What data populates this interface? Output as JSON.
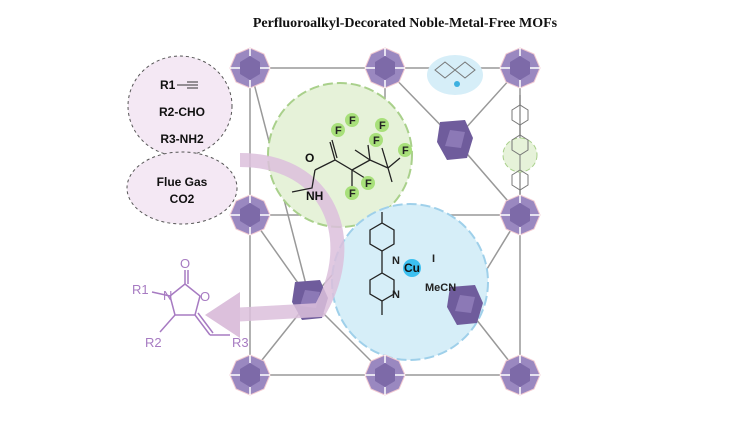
{
  "title": "Perfluoroalkyl-Decorated Noble-Metal-Free MOFs",
  "reactants": {
    "alkyne": "R1",
    "aldehyde": "R2-CHO",
    "amine": "R3-NH2"
  },
  "gas": {
    "line1": "Flue Gas",
    "line2": "CO2"
  },
  "perfluoro_group": {
    "fluorines": [
      "F",
      "F",
      "F",
      "F",
      "F",
      "F",
      "F"
    ],
    "carbonyl_o": "O",
    "amide": "NH"
  },
  "copper_complex": {
    "n1": "N",
    "n2": "N",
    "metal": "Cu",
    "iodide": "I",
    "ligand": "MeCN"
  },
  "product": {
    "carbonyl_o": "O",
    "ring_o": "O",
    "ring_n": "N",
    "r1": "R1",
    "r2": "R2",
    "r3": "R3"
  },
  "colors": {
    "node": "#8e7bb5",
    "green_gear": "#e6f2d9",
    "blue_gear": "#d6eef8",
    "bubble": "#f4e8f4",
    "product": "#a77bc2",
    "arrow": "#dcc0dc"
  }
}
